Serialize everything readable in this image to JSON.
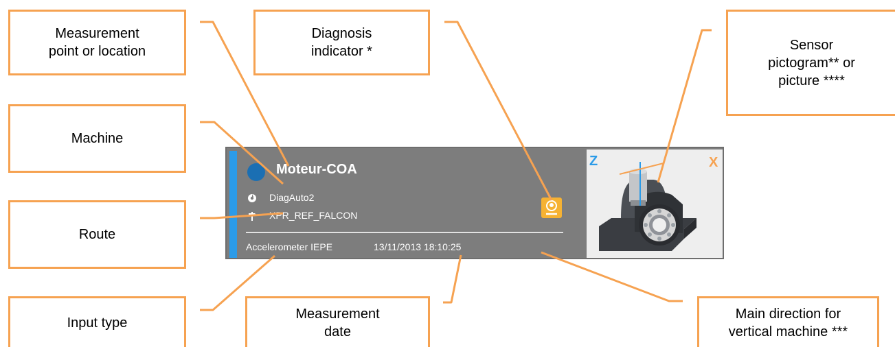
{
  "callouts": {
    "measurement_point": "Measurement\npoint or location",
    "diagnosis_indicator": "Diagnosis\nindicator *",
    "sensor_pictogram": "Sensor\npictogram** or\npicture ****",
    "machine": "Machine",
    "route": "Route",
    "input_type": "Input type",
    "measurement_date": "Measurement\ndate",
    "main_direction": "Main direction for\nvertical machine ***"
  },
  "card": {
    "point_name": "Moteur-COA",
    "machine_name": "DiagAuto2",
    "route_name": "XPR_REF_FALCON",
    "input_type": "Accelerometer IEPE",
    "measurement_date": "13/11/2013 18:10:25",
    "axis_z": "Z",
    "axis_x": "X",
    "machine_icon": "fan-icon",
    "route_icon": "signpost-icon",
    "diagnosis_icon": "person-badge-icon",
    "status_color": "#1b6fb3",
    "accent_color": "#2b9be8",
    "diagnosis_color": "#f6b233"
  },
  "colors": {
    "callout_border": "#f6a251",
    "leader": "#f6a251",
    "card_background": "#7d7d7d",
    "axis_z": "#2b9be8",
    "axis_x": "#f6a251"
  }
}
